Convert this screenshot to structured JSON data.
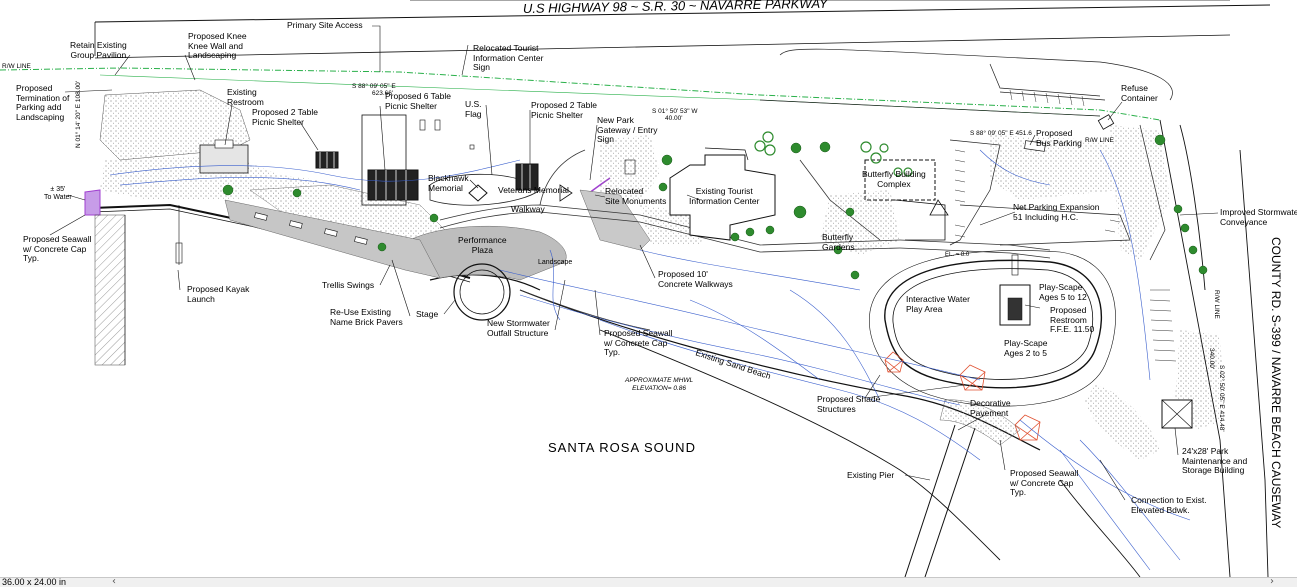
{
  "plan": {
    "highway": "U.S HIGHWAY 98 ~ S.R. 30 ~ NAVARRE PARKWAY",
    "county_road": "COUNTY RD. S-399 / NAVARRE BEACH CAUSEWAY",
    "sound": "SANTA  ROSA  SOUND",
    "labels": {
      "primary_access": "Primary Site Access",
      "retain_pavilion": "Retain Existing\nGroup Pavilion",
      "knee_wall": "Proposed Knee\nKnee Wall and\nLandscaping",
      "termination": "Proposed\nTermination of\nParking add\nLandscaping",
      "tourist_sign": "Relocated Tourist\nInformation Center\nSign",
      "restroom_existing": "Existing\nRestroom",
      "shelter_2table_w": "Proposed 2 Table\nPicnic Shelter",
      "shelter_6table": "Proposed 6 Table\nPicnic Shelter",
      "us_flag": "U.S.\nFlag",
      "shelter_2table_e": "Proposed 2 Table\nPicnic Shelter",
      "gateway": "New Park\nGateway / Entry\nSign",
      "refuse": "Refuse\nContainer",
      "bus_parking": "Proposed\nBus Parking",
      "blackhawk": "Blackhawk\nMemorial",
      "veterans": "Veterans Memorial",
      "walkway": "Walkway",
      "relocated_monuments": "Relocated\nSite Monuments",
      "tourist_center": "Existing Tourist\nInformation Center",
      "butterfly_building": "Butterfly Building\nComplex",
      "net_parking": "Net Parking Expansion\n51 Including H.C.",
      "stormwater_conv": "Improved Stormwater\nConveyance",
      "to_water": "± 35'\nTo Water",
      "seawall_w": "Proposed Seawall\nw/ Concrete Cap\nTyp.",
      "performance_plaza": "Performance\nPlaza",
      "butterfly_gardens": "Butterfly\nGardens",
      "landscape": "Landscape",
      "walkways_10": "Proposed 10'\nConcrete Walkways",
      "kayak": "Proposed Kayak\nLaunch",
      "trellis": "Trellis Swings",
      "brick_pavers": "Re-Use Existing\nName Brick Pavers",
      "stage": "Stage",
      "outfall": "New Stormwater\nOutfall Structure",
      "seawall_mid": "Proposed Seawall\nw/ Concrete Cap\nTyp.",
      "water_play": "Interactive Water\nPlay Area",
      "playscape_5_12": "Play-Scape\nAges 5 to 12",
      "restroom_proposed": "Proposed\nRestroom\nF.F.E. 11.50",
      "playscape_2_5": "Play-Scape\nAges 2 to 5",
      "sand_beach": "Existing Sand Beach",
      "mhwl": "APPROXIMATE MHWL\nELEVATION= 0.86",
      "shade": "Proposed Shade\nStructures",
      "decorative": "Decorative\nPavement",
      "maintenance": "24'x28' Park\nMaintenance and\nStorage Building",
      "pier": "Existing Pier",
      "seawall_e": "Proposed Seawall\nw/ Concrete Cap\nTyp.",
      "connection": "Connection to Exist.\nElevated Bdwk."
    },
    "survey": {
      "bearing_1": "S 88° 09' 05\" E\n623.66'",
      "bearing_2": "S 01° 50' 53\" W\n40.00'",
      "bearing_3": "S 88° 09' 05\" E  451.6",
      "bearing_w": "N 01° 14' 20\" E\n108.00'",
      "dist_340": "340.00'",
      "bearing_e": "S 02° 50' 05\" E  414.48'",
      "rw_line": "R/W LINE",
      "el": "EL. = 8.0"
    }
  },
  "status_bar": {
    "page_size": "36.00 x 24.00 in",
    "scroll_left_icon": "chevron-left-icon",
    "scroll_right_icon": "chevron-right-icon"
  },
  "colors": {
    "linework": "#1a1a1a",
    "contour": "#3a5fcd",
    "property_line": "#2ab04a",
    "stipple": "#9a9a9a",
    "plaza": "#b8b8b8",
    "tree": "#2e8b2e",
    "shade": "#e05030",
    "seawall_accent": "#a040d0"
  }
}
